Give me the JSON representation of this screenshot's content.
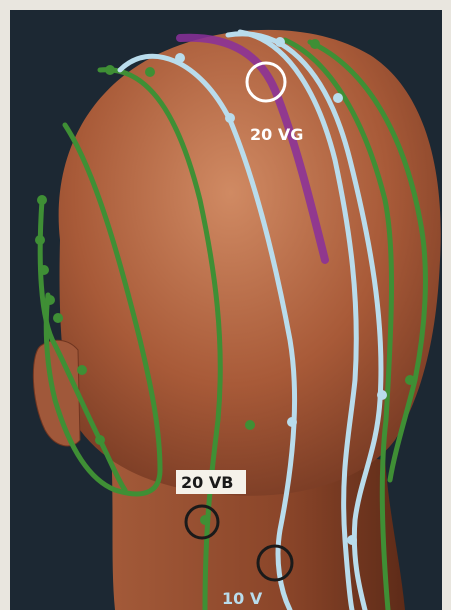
{
  "labels": {
    "vg": "20 VG",
    "vb": "20 VB",
    "v": "10 V"
  },
  "colors": {
    "background": "#1c2833",
    "skin": "#b8643f",
    "green_meridian": "#3f8f35",
    "blue_meridian": "#b9dcec",
    "purple_meridian": "#8a2f9b",
    "vg_marker": "#ffffff",
    "point_marker": "#1a1a1a",
    "label_box": "#f5f2ea"
  }
}
